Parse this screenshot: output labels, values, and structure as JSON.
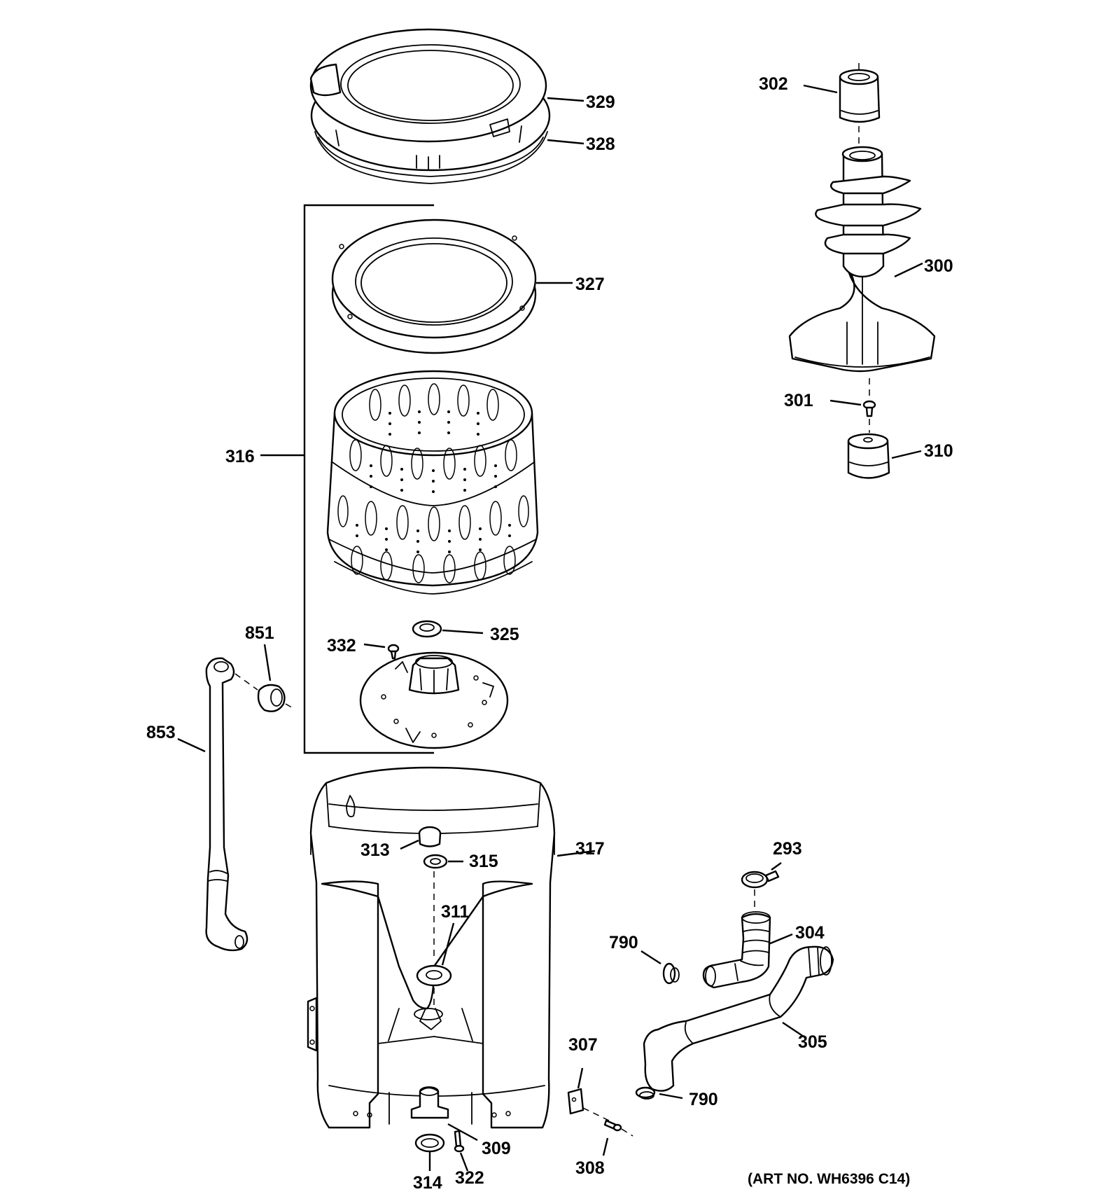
{
  "diagram": {
    "art_number": "(ART NO. WH6396 C14)",
    "callouts": {
      "p293": "293",
      "p300": "300",
      "p301": "301",
      "p302": "302",
      "p304": "304",
      "p305": "305",
      "p307": "307",
      "p308": "308",
      "p309": "309",
      "p310": "310",
      "p311": "311",
      "p313": "313",
      "p314": "314",
      "p315": "315",
      "p316": "316",
      "p317": "317",
      "p322": "322",
      "p325": "325",
      "p327": "327",
      "p328": "328",
      "p329": "329",
      "p332": "332",
      "p790a": "790",
      "p790b": "790",
      "p851": "851",
      "p853": "853"
    }
  }
}
